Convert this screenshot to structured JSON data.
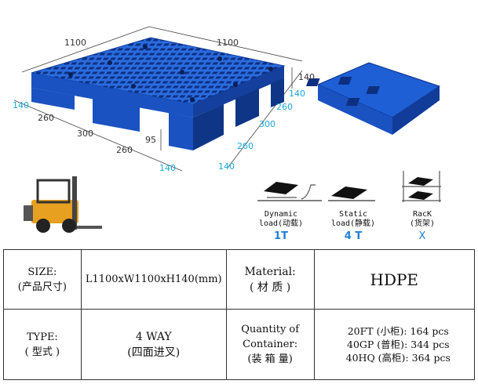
{
  "dimensions": {
    "top_left": "1100",
    "top_right": "1100",
    "left_side": [
      "140",
      "260",
      "300",
      "260",
      "140"
    ],
    "right_side": [
      "140",
      "260",
      "300",
      "260",
      "140"
    ],
    "height_right": "140",
    "leg_height": "95"
  },
  "loads": {
    "dynamic": {
      "label_en": "Dynamic",
      "label_cn": "load(动载)",
      "value": "1T"
    },
    "static": {
      "label_en": "Static",
      "label_cn": "load(静载)",
      "value": "4 T"
    },
    "rack": {
      "label_en": "RacK",
      "label_cn": "(货架)",
      "value": "X"
    }
  },
  "spec_table": {
    "size_label": "SIZE:",
    "size_label_cn": "(产品尺寸)",
    "size_value": "L1100xW1100xH140(mm)",
    "material_label": "Material:",
    "material_label_cn": "( 材 质 )",
    "material_value": "HDPE",
    "type_label": "TYPE:",
    "type_label_cn": "( 型式 )",
    "type_value": "4 WAY",
    "type_value_cn": "(四面进叉)",
    "quantity_label": "Quantity of",
    "quantity_label_2": "Container:",
    "quantity_label_cn": "(装 箱 量)",
    "containers": [
      {
        "name": "20FT (小柜)",
        "qty": ": 164 pcs"
      },
      {
        "name": "40GP (普柜)",
        "qty": ": 344 pcs"
      },
      {
        "name": "40HQ (高柜)",
        "qty": ": 364 pcs"
      }
    ]
  },
  "colors": {
    "pallet": "#1e5fd6",
    "pallet_dark": "#123c99",
    "accent": "#1aa8d8",
    "forklift": "#e8a020"
  }
}
